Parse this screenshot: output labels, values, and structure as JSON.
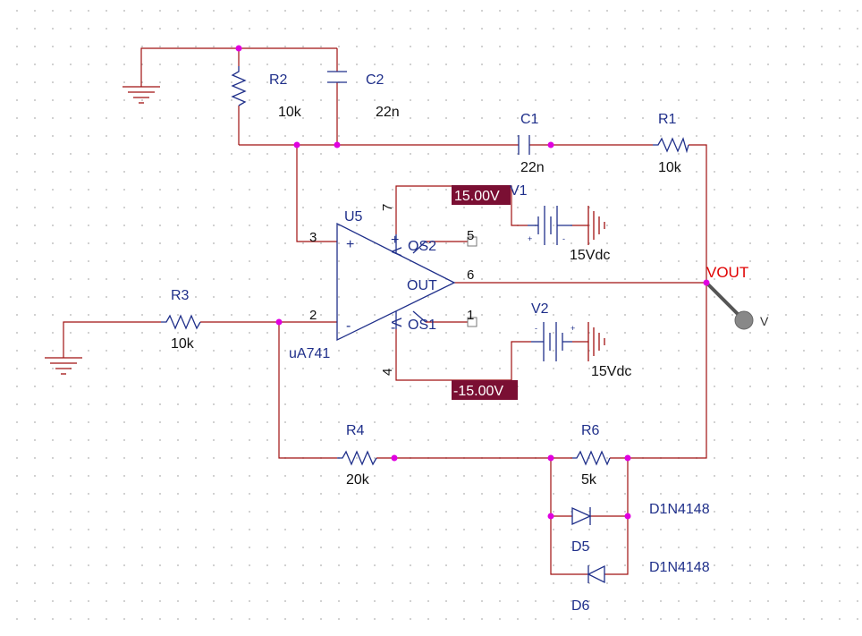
{
  "colors": {
    "wire": "#a01010",
    "component": "#1f2f8a",
    "junction": "#e000e0",
    "net_label": "#e00000",
    "voltage_marker_bg": "#7a0f33",
    "grid_dot": "#c8c8c8"
  },
  "components": {
    "r1": {
      "ref": "R1",
      "value": "10k"
    },
    "r2": {
      "ref": "R2",
      "value": "10k"
    },
    "r3": {
      "ref": "R3",
      "value": "10k"
    },
    "r4": {
      "ref": "R4",
      "value": "20k"
    },
    "r6": {
      "ref": "R6",
      "value": "5k"
    },
    "c1": {
      "ref": "C1",
      "value": "22n"
    },
    "c2": {
      "ref": "C2",
      "value": "22n"
    },
    "u5": {
      "ref": "U5",
      "part": "uA741",
      "pin_plus": "3",
      "pin_minus": "2",
      "pin_out": "6",
      "pin_vplus": "7",
      "pin_vminus": "4",
      "pin_os2": "5",
      "pin_os1": "1",
      "lbl_os2": "OS2",
      "lbl_os1": "OS1",
      "lbl_out": "OUT",
      "sym_plus": "+",
      "sym_minus": "-",
      "sym_vplus": "+",
      "sym_vminus": "-",
      "sym_v": "V"
    },
    "v1": {
      "ref": "V1",
      "value": "15Vdc",
      "pol_plus": "+",
      "pol_minus": "-"
    },
    "v2": {
      "ref": "V2",
      "value": "15Vdc",
      "pol_plus": "+",
      "pol_minus": "-"
    },
    "d5": {
      "ref": "D5",
      "part": "D1N4148"
    },
    "d6": {
      "ref": "D6",
      "part": "D1N4148"
    }
  },
  "markers": {
    "v_pos": "15.00V",
    "v_neg": "-15.00V"
  },
  "net_labels": {
    "vout": "VOUT"
  },
  "probe": {
    "label": "V"
  }
}
